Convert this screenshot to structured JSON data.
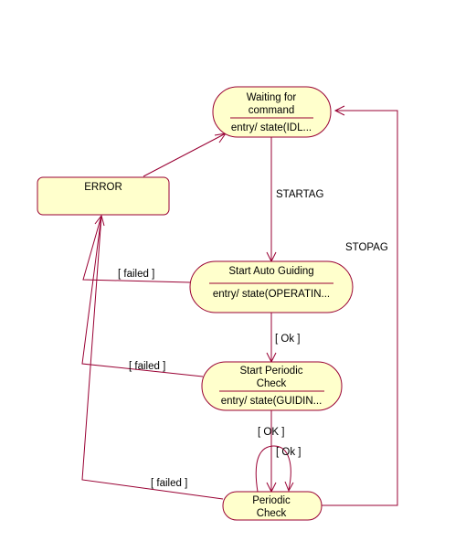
{
  "states": {
    "waiting": {
      "name_line1": "Waiting for",
      "name_line2": "command",
      "action": "entry/ state(IDL..."
    },
    "error": {
      "name": "ERROR"
    },
    "start_auto": {
      "name": "Start Auto Guiding",
      "action": "entry/ state(OPERATIN..."
    },
    "start_periodic": {
      "name_line1": "Start Periodic",
      "name_line2": "Check",
      "action": "entry/ state(GUIDIN..."
    },
    "periodic": {
      "name_line1": "Periodic",
      "name_line2": "Check"
    }
  },
  "transitions": {
    "startag": "STARTAG",
    "stopag": "STOPAG",
    "ok_1": "[ Ok ]",
    "ok_2": "[ OK ]",
    "ok_3": "[ Ok ]",
    "failed_1": "[ failed ]",
    "failed_2": "[ failed ]",
    "failed_3": "[ failed ]"
  },
  "colors": {
    "state_fill": "#FFFFCC",
    "line": "#990033",
    "text": "#000000"
  }
}
